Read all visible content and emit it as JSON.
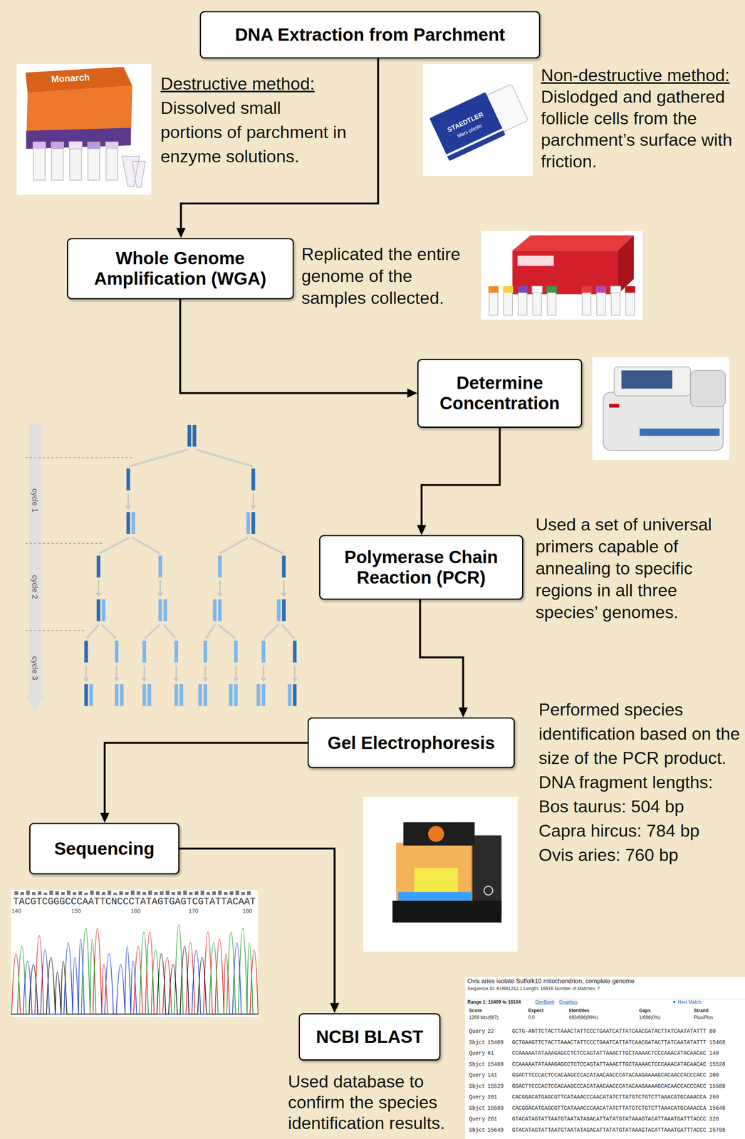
{
  "diagram": {
    "nodes": [
      {
        "text": [
          "DNA Extraction from Parchment"
        ]
      },
      {
        "text": [
          "Whole Genome Amplification (WGA)"
        ]
      },
      {
        "text": [
          "Determine Concentration"
        ]
      },
      {
        "text": [
          "Polymerase Chain Reaction (PCR)"
        ]
      },
      {
        "text": [
          "Gel Electrophoresis"
        ]
      },
      {
        "text": [
          "Sequencing"
        ]
      },
      {
        "text": [
          "NCBI BLAST"
        ]
      }
    ],
    "edges": [
      {
        "from": 0,
        "to": 1,
        "arrow": "to"
      },
      {
        "from": 1,
        "to": 2,
        "arrow": "to"
      },
      {
        "from": 2,
        "to": 3,
        "arrow": "to"
      },
      {
        "from": 3,
        "to": 4,
        "arrow": "to"
      },
      {
        "from": 4,
        "to": 5,
        "arrow": "to"
      },
      {
        "from": 5,
        "to": 6,
        "arrow": "to"
      }
    ],
    "labels": [
      "Monarch",
      "Destructive method:",
      "Dissolved small portions of parchment in enzyme solutions.",
      "STAEDTLER",
      "Mars plastic",
      "Non-destructive method:",
      "Dislodged and gathered follicle cells from the parchment’s surface with friction.",
      "Replicated the entire genome of the samples collected.",
      "cycle 1",
      "cycle 2",
      "cycle 3",
      "Used a set of universal primers capable of annealing to specific regions in all three species’ genomes.",
      "Performed species identification based on the size of the PCR product.",
      "DNA fragment lengths:",
      "Bos taurus: 504 bp",
      "Capra hircus: 784 bp",
      "Ovis aries: 760 bp",
      "TACGTCGGGCCCAATTCNCCCTATAGTGAGTCGTATTACAAT",
      "140",
      "150",
      "160",
      "170",
      "180",
      "Ovis aries isolate Suffolk10 mitochondrion, complete genome",
      "Sequence ID: KU681212.1 Length: 16616 Number of Matches: 7",
      "Range 1: 15409 to 16104",
      "GenBank",
      "Graphics",
      "▼ Next Match",
      "Score",
      "Expect",
      "Identities",
      "Gaps",
      "Strand",
      "1269 bits(687)",
      "0.0",
      "693/696(99%)",
      "1/696(0%)",
      "Plus/Plus",
      "Query",
      "22",
      "GCTG-ANTTCTACTTAAACTATTCCCTGAATCATTATCAACGATACTTATCAATATATTT",
      "80",
      "Sbjct",
      "15409",
      "GCTGAAGTTCTACTTAAACTATTCCCTGAATCATTATCAACGATACTTATCAATATATTT",
      "15468",
      "Query",
      "81",
      "CCAAAAATATAAAGAGCCTCTCCAGTATTAAACTTGCTAAAACTCCCAAACATACAACAC",
      "140",
      "Sbjct",
      "15469",
      "CCAAAAATATAAAGAGCCTCTCCAGTATTAAACTTGCTAAAACTCCCAAACATACAACAC",
      "15528",
      "Query",
      "141",
      "GGACTTCCCACTCCACAAGCCCACATAACAACCCATACAAGAAAAGCACAACCACCCACC",
      "200",
      "Sbjct",
      "15529",
      "GGACTTCCCACTCCACAAGCCCACATAACAACCCATACAAGAAAAGCACAACCACCCACC",
      "15588",
      "Query",
      "201",
      "CACGGACATGAGCGTTCATAAACCCAACATATCTTATGTCTGTCTTAAACATGCAAACCA",
      "260",
      "Sbjct",
      "15589",
      "CACGGACATGAGCGTTCATAAACCCAACATATCTTATGTCTGTCTTAAACATGCAAACCA",
      "15648",
      "Query",
      "261",
      "GTACATAGTATTAATGTAATATAGACATTATATGTATAAAGTACATTAAATGATTTACCC",
      "320",
      "Sbjct",
      "15649",
      "GTACATAGTATTAATGTAATATAGACATTATATGTATAAAGTACATTAAATGATTTACCC",
      "15708",
      "Used database to confirm the species identification results."
    ]
  }
}
